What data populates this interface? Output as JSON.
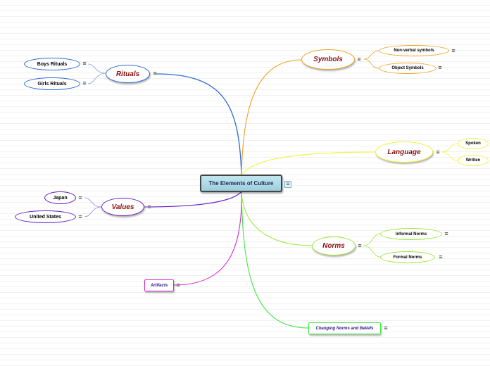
{
  "central": {
    "label": "The Elements of Culture"
  },
  "branches": {
    "rituals": {
      "label": "Rituals",
      "color": "#2a6bd6"
    },
    "symbols": {
      "label": "Symbols",
      "color": "#f0a020"
    },
    "language": {
      "label": "Language",
      "color": "#f2f23c"
    },
    "values": {
      "label": "Values",
      "color": "#6a1ec8"
    },
    "norms": {
      "label": "Norms",
      "color": "#9ce83a"
    },
    "artifacts": {
      "label": "Artifacts",
      "color": "#d62ad6"
    },
    "changing": {
      "label": "Changing Norms and Beliefs",
      "color": "#3fe83f"
    }
  },
  "subtopics": {
    "boys_rituals": "Boys Rituals",
    "girls_rituals": "Girls Rituals",
    "non_verbal": "Non-verbal symbols",
    "object_symbols": "Object Symbols",
    "spoken": "Spoken",
    "written": "Written",
    "japan": "Japan",
    "united_states": "United States",
    "informal_norms": "Informal Norms",
    "formal_norms": "Formal Norms"
  },
  "menu_glyph": "≡"
}
